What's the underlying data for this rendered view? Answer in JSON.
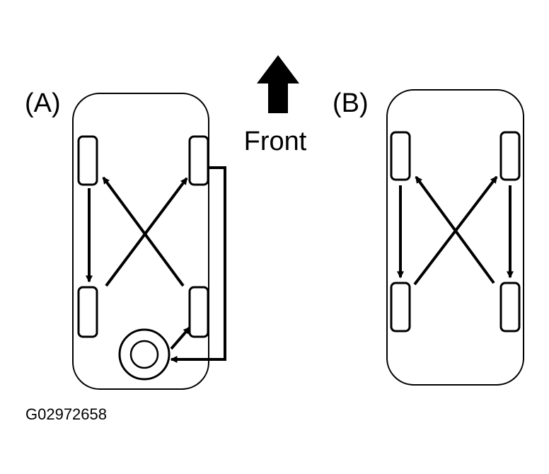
{
  "figure": {
    "label_a": "(A)",
    "label_b": "(B)",
    "front_label": "Front",
    "figure_code": "G02972658",
    "line_color": "#000000",
    "background": "#ffffff",
    "icons": {
      "front_arrow": "arrow-up-icon",
      "spare_wheel": "spare-tire-icon"
    }
  }
}
